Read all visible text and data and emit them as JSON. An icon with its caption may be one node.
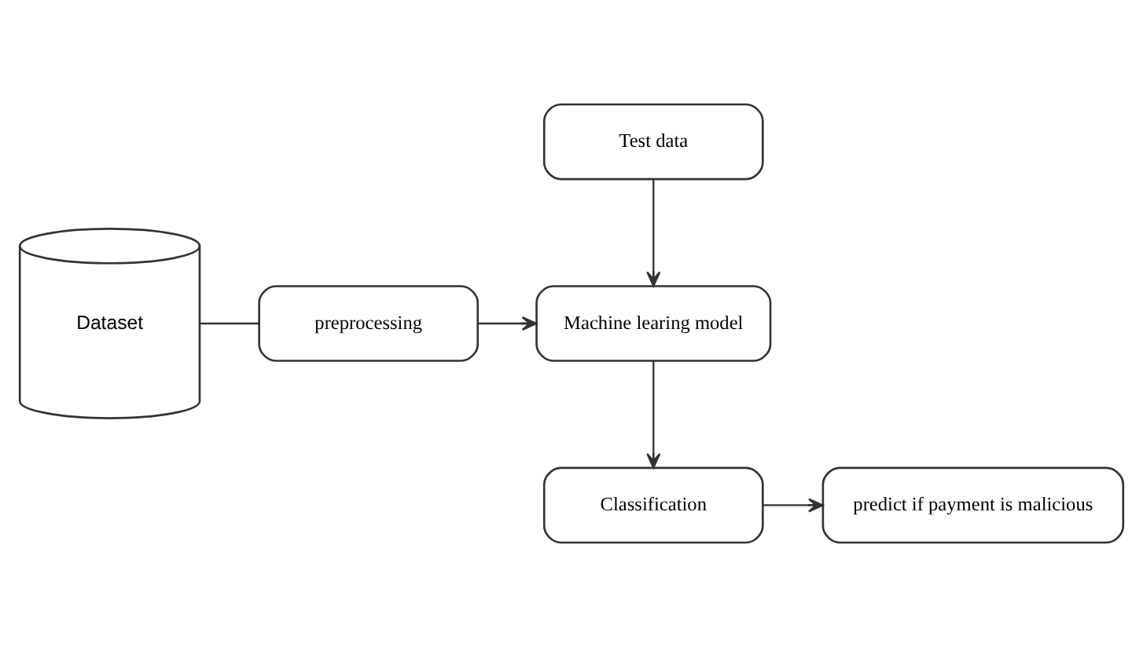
{
  "diagram": {
    "nodes": [
      {
        "text": [
          "Dataset"
        ]
      },
      {
        "text": [
          "Test data"
        ]
      },
      {
        "text": [
          "preprocessing"
        ]
      },
      {
        "text": [
          "Machine learing model"
        ]
      },
      {
        "text": [
          "predict if payment is malicious"
        ]
      },
      {
        "text": [
          "Classification"
        ]
      }
    ],
    "edges": [
      {
        "from": 0,
        "to": 2,
        "arrow": "none"
      },
      {
        "from": 2,
        "to": 3,
        "arrow": "to"
      },
      {
        "from": 1,
        "to": 3,
        "arrow": "to"
      },
      {
        "from": 3,
        "to": 5,
        "arrow": "to"
      },
      {
        "from": 5,
        "to": 4,
        "arrow": "to"
      }
    ]
  }
}
